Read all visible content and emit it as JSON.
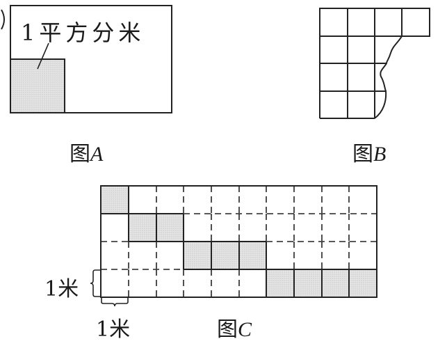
{
  "figure_a": {
    "label_prefix": "图",
    "label_letter": "A",
    "unit_text": "1平方分米",
    "partial_paren": ")",
    "shade_color": "#dcdcdc"
  },
  "figure_b": {
    "label_prefix": "图",
    "label_letter": "B",
    "grid": {
      "rows": 4,
      "cols": 4,
      "row_cells_visible": [
        4,
        3,
        3,
        2
      ],
      "note": "right side torn off along wavy edge"
    }
  },
  "figure_c": {
    "label_prefix": "图",
    "label_letter": "C",
    "grid": {
      "rows": 4,
      "cols": 10
    },
    "shaded_cells": [
      {
        "row": 0,
        "cols": [
          0
        ]
      },
      {
        "row": 1,
        "cols": [
          1,
          2
        ]
      },
      {
        "row": 2,
        "cols": [
          3,
          4,
          5
        ]
      },
      {
        "row": 3,
        "cols": [
          6,
          7,
          8,
          9
        ]
      }
    ],
    "height_label": "1米",
    "width_label": "1米",
    "shade_color": "#d9d9d9"
  }
}
